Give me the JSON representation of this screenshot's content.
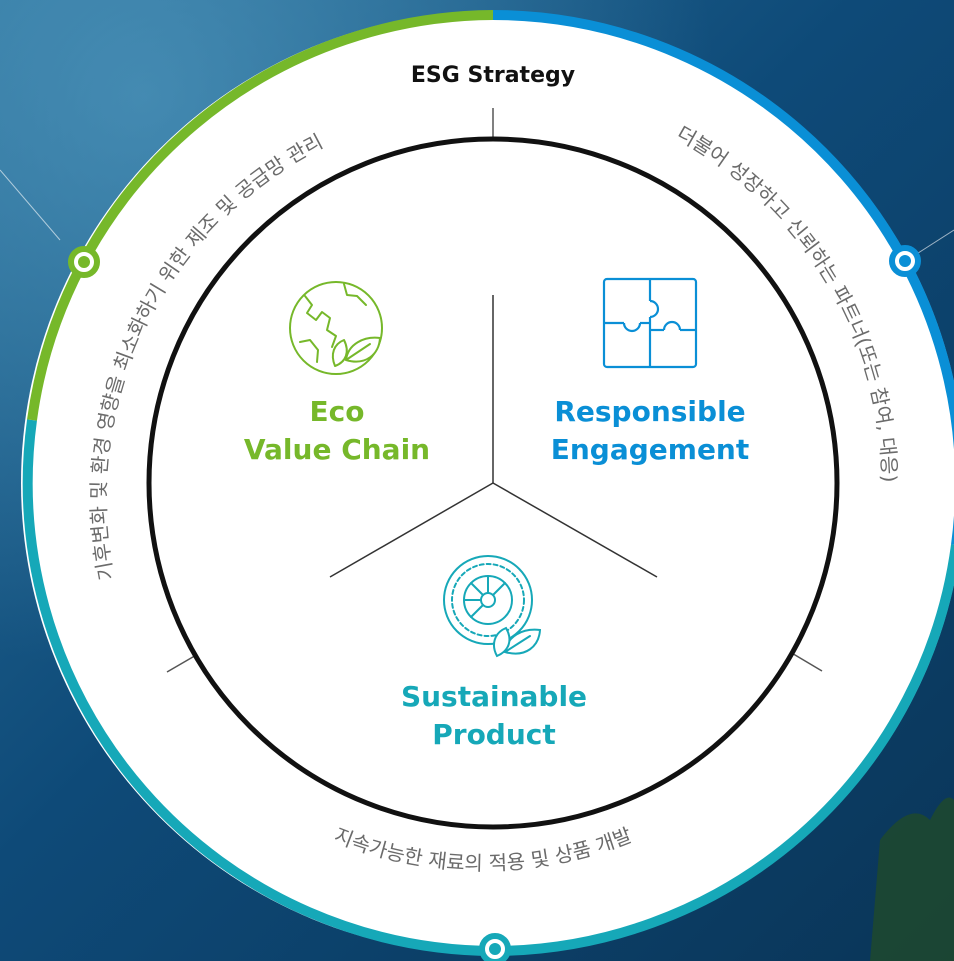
{
  "title": "ESG Strategy",
  "pillars": {
    "eco": {
      "line1": "Eco",
      "line2": "Value Chain"
    },
    "responsible": {
      "line1": "Responsible",
      "line2": "Engagement"
    },
    "sustainable": {
      "line1": "Sustainable",
      "line2": "Product"
    }
  },
  "arc_texts": {
    "left": "기후변화 및 환경 영향을 최소화하기 위한 제조 및 공급망 관리",
    "right": "더불어 성장하고 신뢰하는 파트너(또는 참여, 대응)",
    "bottom": "지속가능한 재료의 적용 및 상품 개발"
  },
  "icons": {
    "eco": "globe-leaf-icon",
    "responsible": "puzzle-icon",
    "sustainable": "tire-leaf-icon"
  },
  "colors": {
    "green": "#76b82a",
    "blue": "#0a8fd6",
    "teal": "#16a8b8",
    "ring_black": "#111111"
  }
}
